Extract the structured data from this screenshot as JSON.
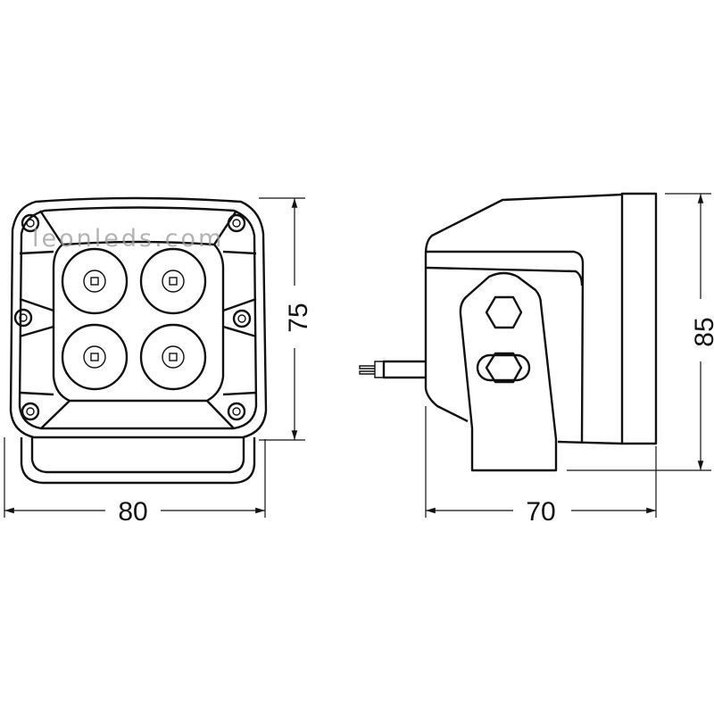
{
  "drawing": {
    "watermark": "leonleds.com",
    "front_view": {
      "width_label": "80",
      "height_label": "75",
      "led_count": 4,
      "screw_count": 6
    },
    "side_view": {
      "depth_label": "70",
      "height_label": "85"
    },
    "units": "mm"
  }
}
